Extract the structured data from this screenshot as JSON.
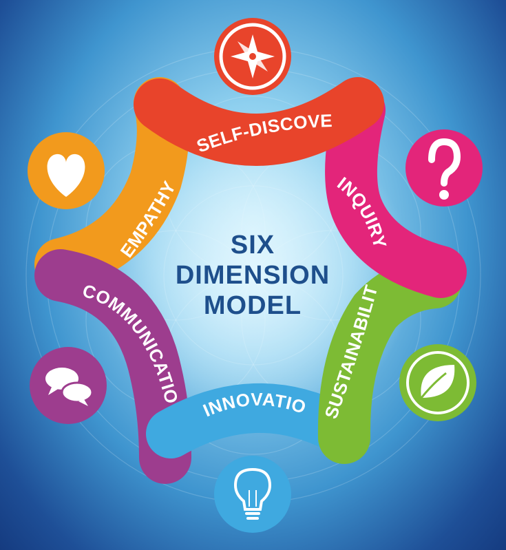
{
  "center_title": {
    "line1": "SIX",
    "line2": "DIMENSION",
    "line3": "MODEL"
  },
  "dimensions": [
    {
      "label": "SELF-DISCOVERY",
      "color": "#e8442b",
      "icon": "compass-icon"
    },
    {
      "label": "INQUIRY",
      "color": "#e3257a",
      "icon": "question-mark-icon"
    },
    {
      "label": "SUSTAINABILITY",
      "color": "#7dbb34",
      "icon": "leaf-icon"
    },
    {
      "label": "INNOVATION",
      "color": "#3fa9e0",
      "icon": "lightbulb-icon"
    },
    {
      "label": "COMMUNICATION",
      "color": "#9d3d8e",
      "icon": "speech-bubbles-icon"
    },
    {
      "label": "EMPATHY",
      "color": "#f29a1d",
      "icon": "heart-icon"
    }
  ]
}
